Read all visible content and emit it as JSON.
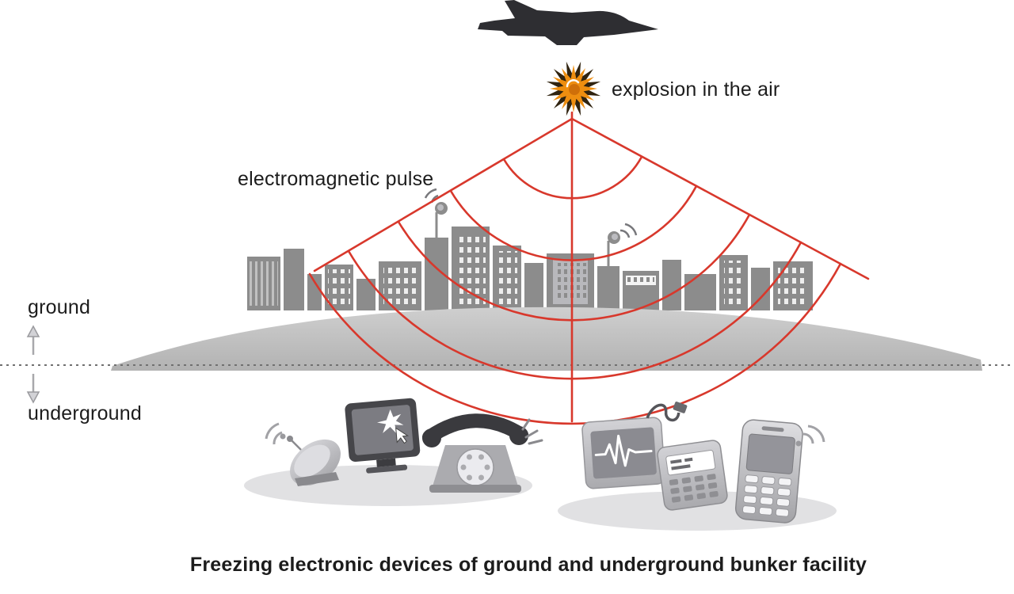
{
  "diagram": {
    "labels": {
      "explosion": "explosion in the air",
      "emp": "electromagnetic pulse",
      "ground": "ground",
      "underground": "underground",
      "caption": "Freezing electronic devices of ground and underground bunker facility"
    },
    "icons": {
      "jet": "fighter-jet-icon",
      "explosion": "explosion-burst-icon",
      "emp_waves": "emp-wave-arcs",
      "city": "city-skyline-silhouette",
      "satellite_dish": "satellite-dish-icon",
      "crt_monitor": "crt-monitor-icon",
      "rotary_phone": "rotary-phone-icon",
      "ecg_monitor": "ecg-monitor-icon",
      "pager": "pager-icon",
      "mobile_phone": "mobile-phone-icon",
      "signal_waves": "signal-waves-icon",
      "up_arrow": "arrow-up-icon",
      "down_arrow": "arrow-down-icon"
    },
    "colors": {
      "background": "#ffffff",
      "emp_wave_red": "#d8382c",
      "explosion_orange": "#ee8e10",
      "explosion_dark": "#30230f",
      "jet_dark": "#2e2e32",
      "city_gray": "#8c8c8c",
      "ground_gray": "#c6c6c6",
      "text_dark": "#1c1c1c",
      "device_dark": "#46464a",
      "device_mid": "#9a9a9e",
      "dotted_line": "#707070"
    }
  }
}
